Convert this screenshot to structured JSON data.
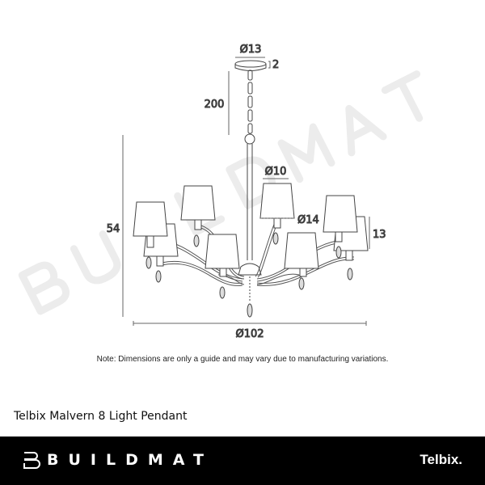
{
  "watermark": "BUILDMAT",
  "drawing": {
    "canopy_diameter": "Ø13",
    "canopy_height": "2",
    "chain_length": "200",
    "body_height": "54",
    "shade_diameter": "Ø10",
    "shade_bottom_diameter": "Ø14",
    "shade_height": "13",
    "overall_diameter": "Ø102"
  },
  "note": "Note: Dimensions are only a guide and may vary due to manufacturing variations.",
  "product_title": "Telbix Malvern 8 Light Pendant",
  "footer": {
    "brand": "BUILDMAT",
    "partner": "Telbix."
  }
}
